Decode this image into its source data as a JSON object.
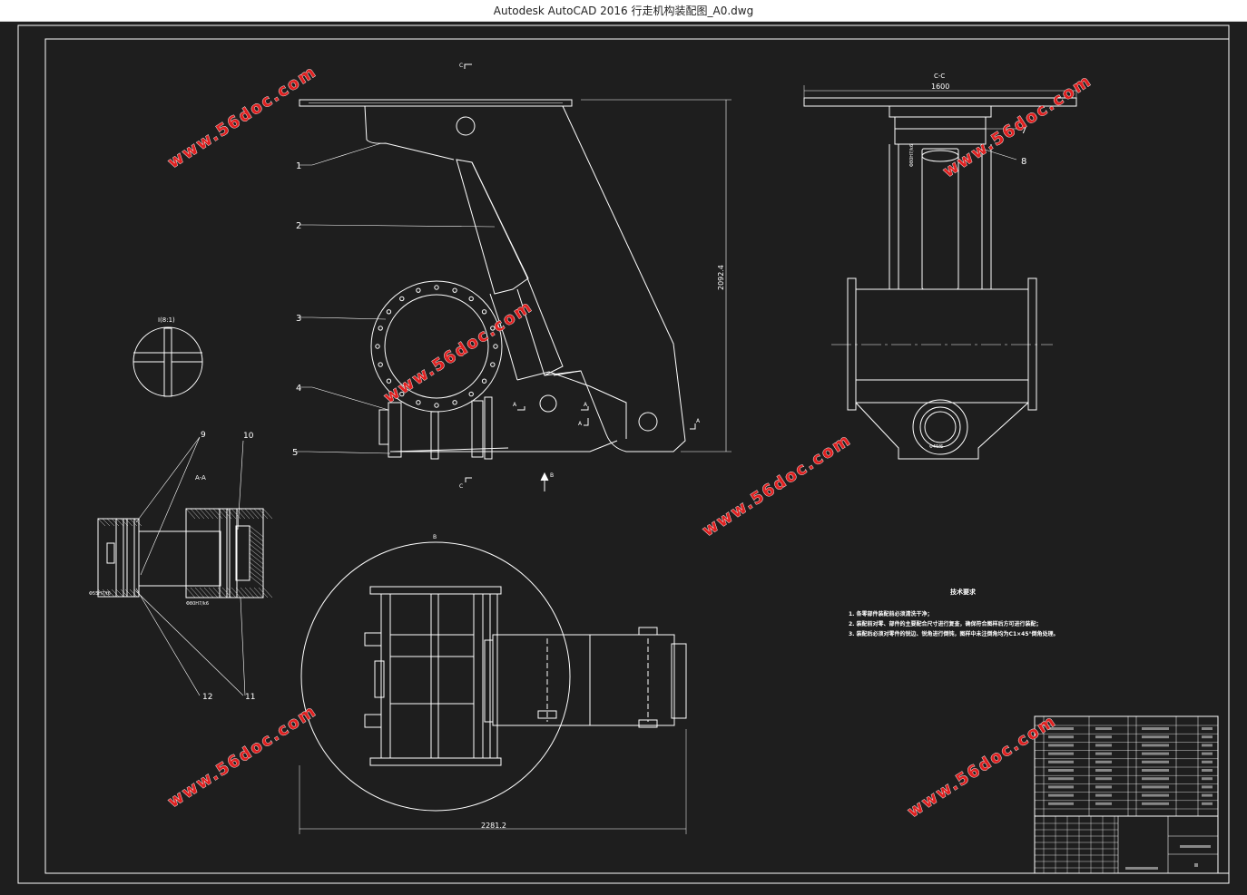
{
  "window": {
    "title": "Autodesk AutoCAD 2016     行走机构装配图_A0.dwg"
  },
  "drawing": {
    "section_labels": {
      "c_top": "C",
      "c_bottom": "C",
      "a_left": "A",
      "a_right1": "A",
      "a_right2": "A",
      "a_mid": "A",
      "b_arrow": "B",
      "cc_title": "C-C",
      "aa_title": "A-A",
      "b_view_title": "B",
      "detail_title": "I(8:1)"
    },
    "dimensions": {
      "height": "2092.4",
      "width_bottom": "2281.2",
      "plate_width": "1600",
      "fit_left": "Φ55H7/f6",
      "fit_right": "Φ80H7/k6",
      "fit_cc": "Φ80H7/k6",
      "fit_cc2": "Φ45f6"
    },
    "part_numbers": [
      "1",
      "2",
      "3",
      "4",
      "5",
      "7",
      "8",
      "9",
      "10",
      "11",
      "12"
    ],
    "notes": {
      "heading": "技术要求",
      "lines": [
        "1. 各零部件装配前必须清洗干净；",
        "2. 装配前对零、部件的主要配合尺寸进行复查，确保符合图样后方可进行装配；",
        "3. 装配后必须对零件的锐边、锐角进行倒钝，图样中未注倒角均为C1×45°倒角处理。"
      ]
    },
    "watermark": "www.56doc.com"
  },
  "colors": {
    "background": "#1e1e1e",
    "lines": "#ffffff",
    "watermark": "#e02020"
  }
}
